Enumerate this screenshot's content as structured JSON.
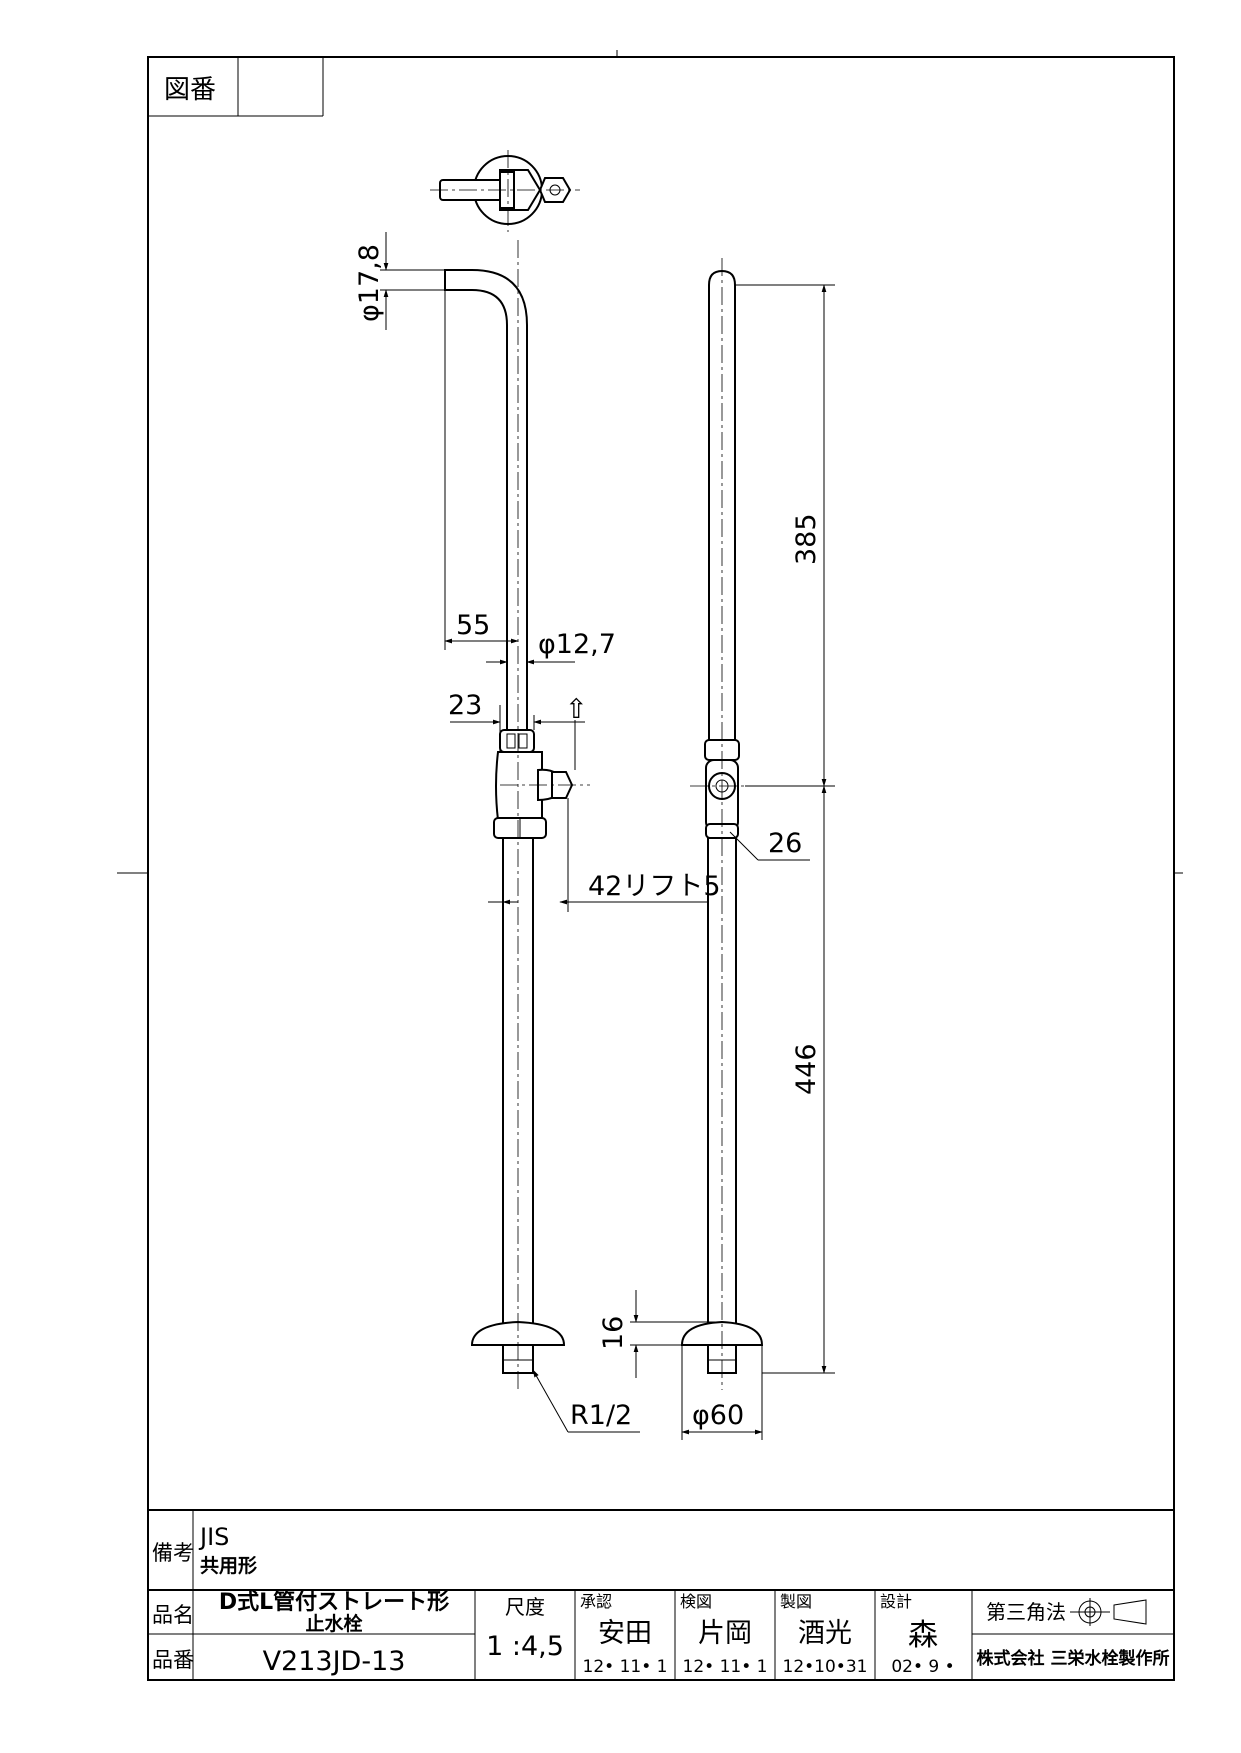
{
  "header": {
    "drawing_no_label": "図番",
    "drawing_no_value": ""
  },
  "dimensions": {
    "d_17_8": "φ17,8",
    "d_12_7": "φ12,7",
    "l_55": "55",
    "l_23": "23",
    "arrow_up": "⇧",
    "l_42_lift": "42リフト5",
    "l_385": "385",
    "l_26": "26",
    "l_446": "446",
    "l_16": "16",
    "thread": "R1/2",
    "d_60": "φ60"
  },
  "remarks": {
    "label": "備考",
    "line1": "JIS",
    "line2": "共用形"
  },
  "title_block": {
    "name_label": "品名",
    "name_line1": "D式L管付ストレート形",
    "name_line2": "止水栓",
    "number_label": "品番",
    "number_value": "V213JD-13",
    "scale_label": "尺度",
    "scale_value": "1 :4,5",
    "approve_label": "承認",
    "approve_name": "安田",
    "approve_date": "12• 11•  1",
    "check_label": "検図",
    "check_name": "片岡",
    "check_date": "12• 11•  1",
    "draw_label": "製図",
    "draw_name": "酒光",
    "draw_date": "12•10•31",
    "design_label": "設計",
    "design_name": "森",
    "design_date": "02• 9 •",
    "projection_label": "第三角法",
    "company": "株式会社 三栄水栓製作所"
  }
}
